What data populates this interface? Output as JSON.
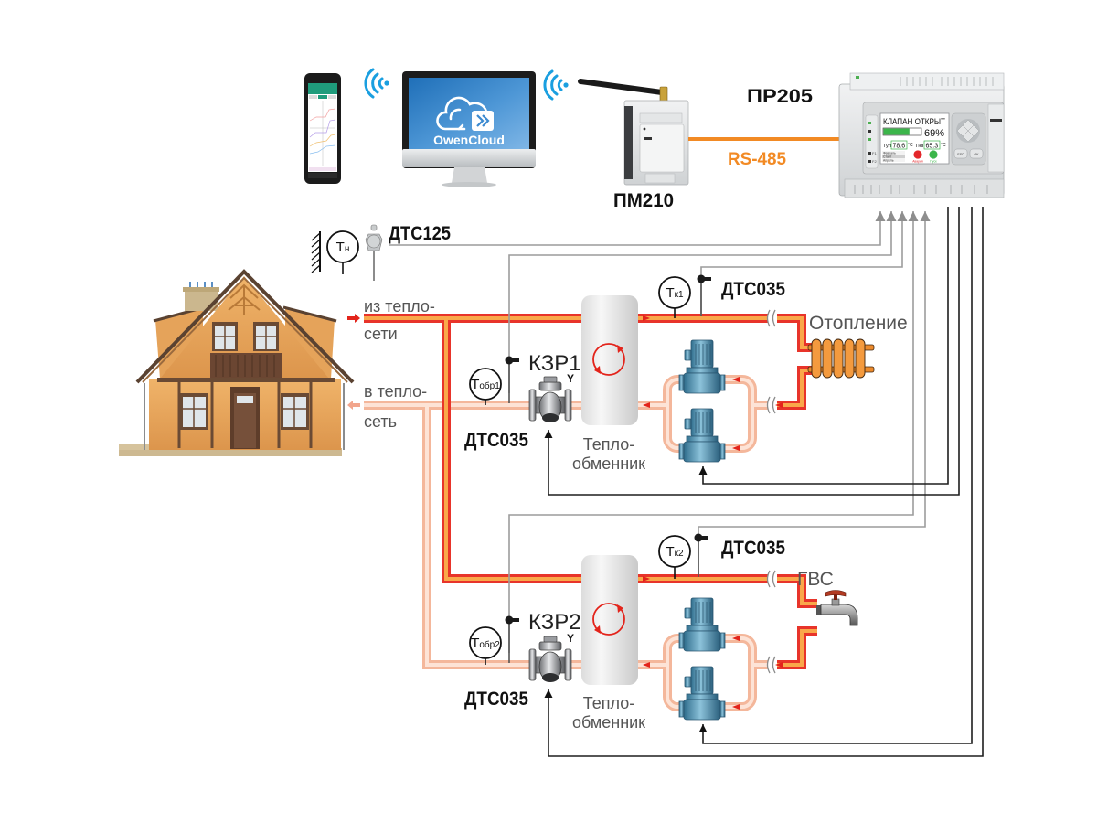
{
  "network": {
    "cloud_service": "OwenCloud",
    "gateway": "ПМ210",
    "controller": "ПР205",
    "bus": "RS-485"
  },
  "controller_display": {
    "status": "КЛАПАН ОТКРЫТ",
    "valve_position_text": "69%",
    "valve_position": 0.69,
    "temp1": {
      "label": "Тул",
      "value": "78.6",
      "unit": "°С"
    },
    "temp2": {
      "label": "Тнв",
      "value": "65.3",
      "unit": "°С"
    },
    "menu": [
      "Февраль",
      "Старт",
      "Апрель"
    ],
    "alarm_label": "Авария",
    "run_label": "Пуск",
    "keys": {
      "esc": "ESC",
      "ok": "OK"
    },
    "leds": [
      "F1",
      "F2"
    ]
  },
  "outdoor_sensor": {
    "symbol": {
      "main": "Т",
      "sub": "н"
    },
    "model": "ДТС125"
  },
  "district_heating": {
    "supply_label": [
      "из тепло-",
      "сети"
    ],
    "return_label": [
      "в тепло-",
      "сеть"
    ]
  },
  "circuits": [
    {
      "name": "Отопление",
      "valve": "КЗР1",
      "valve_signal": "Y",
      "exchanger": [
        "Тепло-",
        "обменник"
      ],
      "return_sensor": {
        "symbol": {
          "main": "Т",
          "sub": "обр1"
        },
        "model": "ДТС035"
      },
      "supply_sensor": {
        "symbol": {
          "main": "Т",
          "sub": "к1"
        },
        "model": "ДТС035"
      }
    },
    {
      "name": "ГВС",
      "valve": "КЗР2",
      "valve_signal": "Y",
      "exchanger": [
        "Тепло-",
        "обменник"
      ],
      "return_sensor": {
        "symbol": {
          "main": "Т",
          "sub": "обр2"
        },
        "model": "ДТС035"
      },
      "supply_sensor": {
        "symbol": {
          "main": "Т",
          "sub": "к2"
        },
        "model": "ДТС035"
      }
    }
  ],
  "colors": {
    "hot_pipe": "#e8342a",
    "hot_pipe_core": "#f9a84a",
    "return_pipe": "#f7c2aa",
    "return_pipe_core": "#fde6dc",
    "bus": "#f28a24",
    "wifi": "#1a9fe0",
    "sensor_wire": "#9c9c9c",
    "control_wire": "#1e1e1e"
  }
}
